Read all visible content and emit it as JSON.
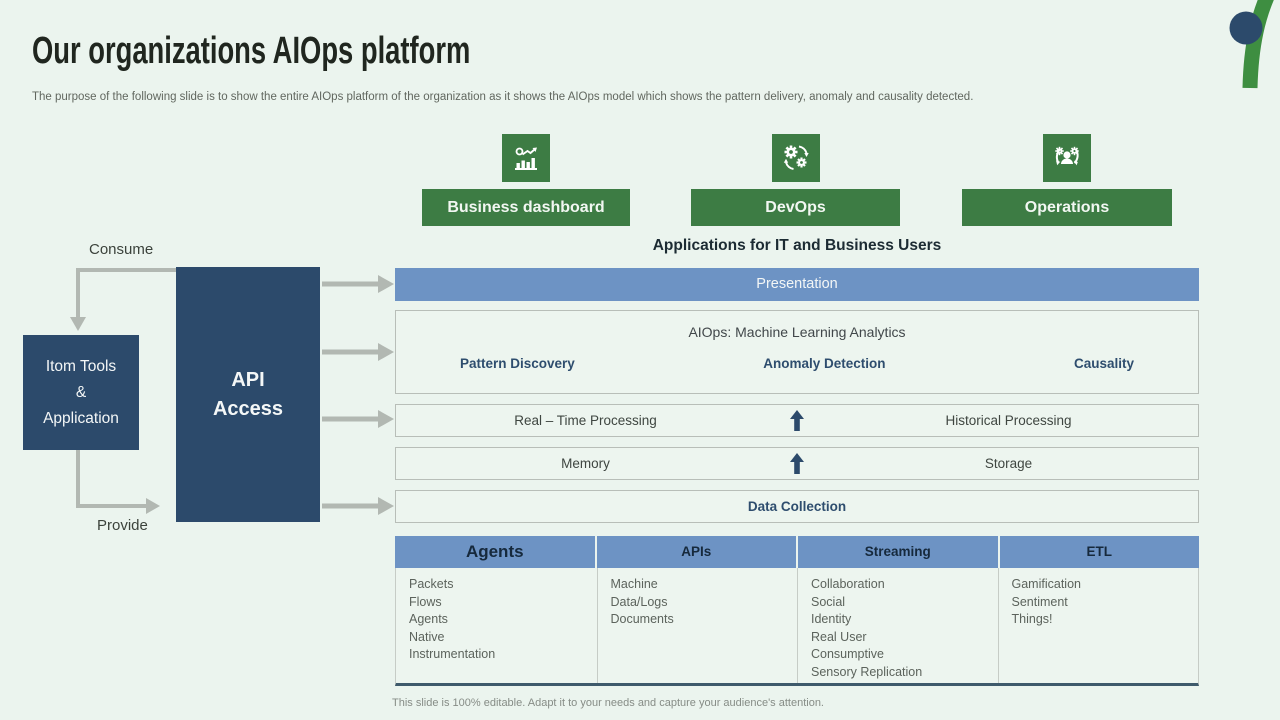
{
  "slide": {
    "title": "Our organizations AIOps platform",
    "subtitle": "The purpose of the following slide is to show the entire AIOps platform of the organization as it shows the AIOps model which shows the pattern delivery, anomaly and causality detected.",
    "footer": "This slide is 100% editable. Adapt it to your needs and capture your audience's attention."
  },
  "colors": {
    "background": "#ebf4ee",
    "green": "#3d7c44",
    "navy": "#2c4a6b",
    "blue": "#6d93c4",
    "arrow_gray": "#b2b8b2",
    "accent_text_navy": "#2e4d6e"
  },
  "app_badges": [
    {
      "label": "Business dashboard",
      "icon": "dashboard-icon"
    },
    {
      "label": "DevOps",
      "icon": "devops-gears-icon"
    },
    {
      "label": "Operations",
      "icon": "operations-people-icon"
    }
  ],
  "diagram": {
    "applications_heading": "Applications for IT and Business Users",
    "consume_label": "Consume",
    "provide_label": "Provide",
    "itom_box_label": "Itom Tools\n&\nApplication",
    "api_box_label": "API\nAccess",
    "presentation_bar": "Presentation",
    "aiops_box": {
      "title": "AIOps: Machine Learning Analytics",
      "items": [
        "Pattern Discovery",
        "Anomaly Detection",
        "Causality"
      ]
    },
    "processing_row": {
      "left": "Real – Time Processing",
      "right": "Historical Processing"
    },
    "memory_row": {
      "left": "Memory",
      "right": "Storage"
    },
    "data_collection_bar": "Data Collection"
  },
  "table": {
    "headers": [
      "Agents",
      "APIs",
      "Streaming",
      "ETL"
    ],
    "columns": [
      [
        "Packets",
        "Flows",
        "Agents",
        "Native",
        "Instrumentation"
      ],
      [
        "Machine",
        "Data/Logs",
        "Documents"
      ],
      [
        "Collaboration",
        "Social",
        "Identity",
        "Real User",
        "Consumptive",
        "Sensory Replication"
      ],
      [
        "Gamification",
        "Sentiment",
        "Things!"
      ]
    ]
  }
}
